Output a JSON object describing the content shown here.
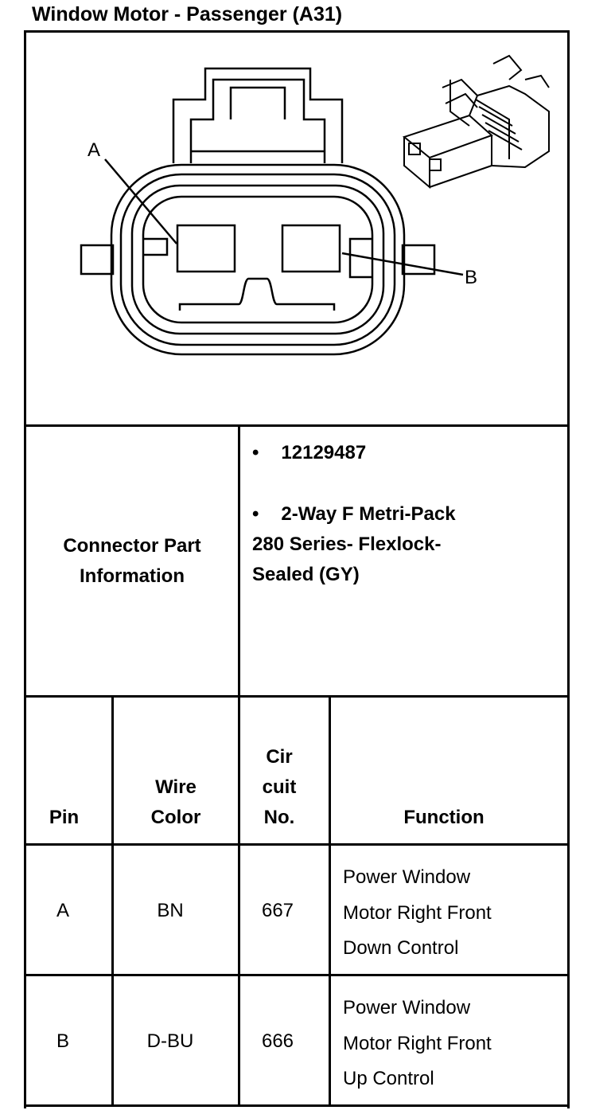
{
  "title": "Window Motor - Passenger (A31)",
  "diagram": {
    "pin_label_a": "A",
    "pin_label_b": "B"
  },
  "connector_info": {
    "label_line1": "Connector Part",
    "label_line2": "Information",
    "bullet": "•",
    "part_number": "12129487",
    "desc_line1": "2-Way F Metri-Pack",
    "desc_line2": "280 Series- Flexlock-",
    "desc_line3": "Sealed (GY)"
  },
  "table": {
    "headers": {
      "pin": "Pin",
      "wire_color_line1": "Wire",
      "wire_color_line2": "Color",
      "circuit_line1": "Cir",
      "circuit_line2": "cuit",
      "circuit_line3": "No.",
      "function": "Function"
    },
    "rows": [
      {
        "pin": "A",
        "wire_color": "BN",
        "circuit": "667",
        "function_line1": "Power Window",
        "function_line2": "Motor Right Front",
        "function_line3": "Down Control"
      },
      {
        "pin": "B",
        "wire_color": "D-BU",
        "circuit": "666",
        "function_line1": "Power Window",
        "function_line2": "Motor Right Front",
        "function_line3": "Up Control"
      }
    ]
  }
}
